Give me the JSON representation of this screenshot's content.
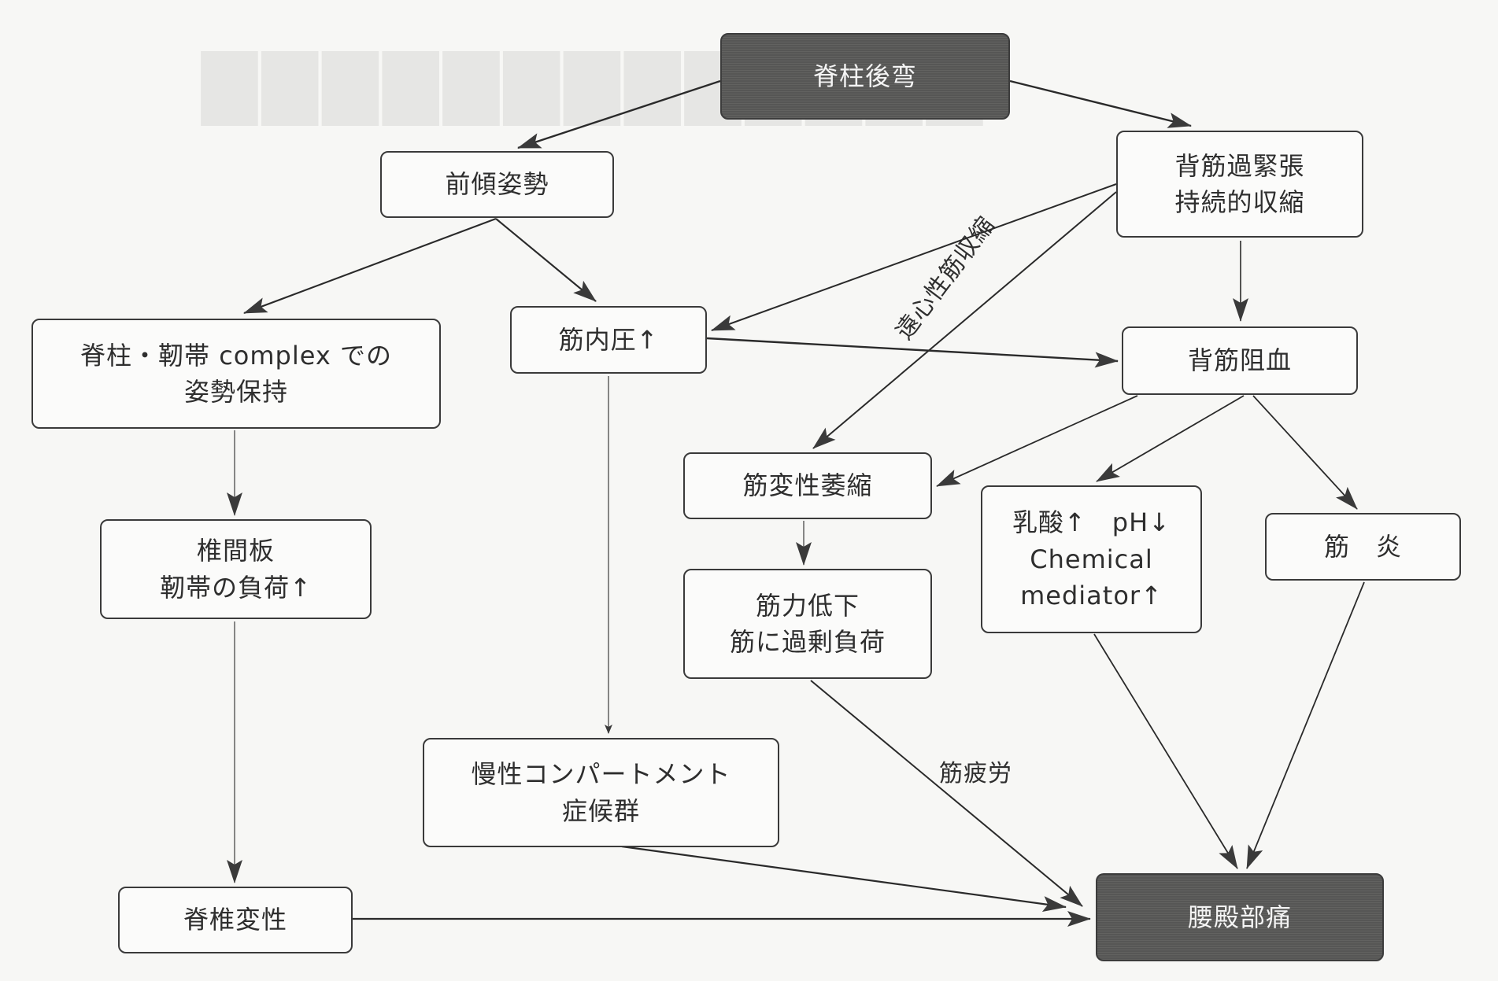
{
  "diagram": {
    "type": "flowchart",
    "colors": {
      "node_fill": "#fbfbfa",
      "node_border": "#3a3a3a",
      "dark_node_fill": "#5a5a58",
      "dark_node_text": "#f4f4f4",
      "edge": "#2a2a2a"
    },
    "nodes": {
      "kyphosis": {
        "lines": [
          "脊柱後弯"
        ]
      },
      "forward_lean": {
        "lines": [
          "前傾姿勢"
        ]
      },
      "back_hypertonus": {
        "lines": [
          "背筋過緊張",
          "持続的収縮"
        ]
      },
      "complex_posture": {
        "lines": [
          "脊柱・靭帯 complex での",
          "姿勢保持"
        ]
      },
      "intramuscular_pressure": {
        "lines": [
          "筋内圧↑"
        ]
      },
      "back_ischemia": {
        "lines": [
          "背筋阻血"
        ]
      },
      "muscle_atrophy": {
        "lines": [
          "筋変性萎縮"
        ]
      },
      "chemical": {
        "lines": [
          "乳酸↑　pH↓",
          "Chemical",
          "mediator↑"
        ]
      },
      "myositis": {
        "lines": [
          "筋　炎"
        ]
      },
      "disc_load": {
        "lines": [
          "椎間板",
          "靭帯の負荷↑"
        ]
      },
      "weakness": {
        "lines": [
          "筋力低下",
          "筋に過剰負荷"
        ]
      },
      "compartment": {
        "lines": [
          "慢性コンパートメント",
          "症候群"
        ]
      },
      "spondylosis": {
        "lines": [
          "脊椎変性"
        ]
      },
      "low_back_pain": {
        "lines": [
          "腰殿部痛"
        ]
      }
    },
    "edge_labels": {
      "eccentric": "遠心性筋収縮",
      "fatigue": "筋疲労"
    },
    "edges": [
      {
        "from": "kyphosis",
        "to": "forward_lean"
      },
      {
        "from": "kyphosis",
        "to": "back_hypertonus"
      },
      {
        "from": "forward_lean",
        "to": "complex_posture"
      },
      {
        "from": "forward_lean",
        "to": "intramuscular_pressure"
      },
      {
        "from": "back_hypertonus",
        "to": "intramuscular_pressure"
      },
      {
        "from": "back_hypertonus",
        "to": "muscle_atrophy",
        "label": "eccentric"
      },
      {
        "from": "back_hypertonus",
        "to": "back_ischemia"
      },
      {
        "from": "intramuscular_pressure",
        "to": "back_ischemia"
      },
      {
        "from": "intramuscular_pressure",
        "to": "compartment"
      },
      {
        "from": "back_ischemia",
        "to": "muscle_atrophy"
      },
      {
        "from": "back_ischemia",
        "to": "chemical"
      },
      {
        "from": "back_ischemia",
        "to": "myositis"
      },
      {
        "from": "complex_posture",
        "to": "disc_load"
      },
      {
        "from": "disc_load",
        "to": "spondylosis"
      },
      {
        "from": "muscle_atrophy",
        "to": "weakness"
      },
      {
        "from": "weakness",
        "to": "low_back_pain",
        "label": "fatigue"
      },
      {
        "from": "chemical",
        "to": "low_back_pain"
      },
      {
        "from": "myositis",
        "to": "low_back_pain"
      },
      {
        "from": "compartment",
        "to": "low_back_pain"
      },
      {
        "from": "spondylosis",
        "to": "low_back_pain"
      }
    ]
  }
}
